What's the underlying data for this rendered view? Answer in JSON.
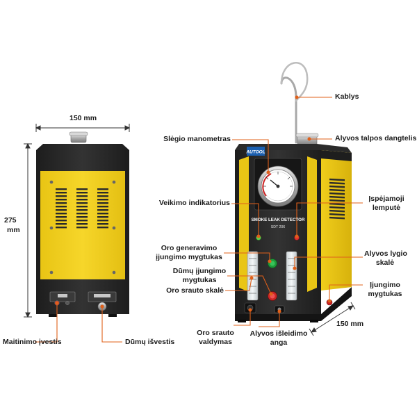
{
  "dimensions": {
    "width_left": "150 mm",
    "height_left_value": "275",
    "height_left_unit": "mm",
    "depth_right": "150 mm"
  },
  "labels": {
    "hook": "Kablys",
    "oil_cap": "Alyvos talpos dangtelis",
    "pressure_gauge": "Slėgio manometras",
    "work_indicator": "Veikimo indikatorius",
    "warning_lamp_1": "Įspėjamoji",
    "warning_lamp_2": "lemputė",
    "air_gen_1": "Oro generavimo",
    "air_gen_2": "įjungimo mygtukas",
    "smoke_btn_1": "Dūmų įjungimo",
    "smoke_btn_2": "mygtukas",
    "flow_scale": "Oro srauto skalė",
    "oil_level_1": "Alyvos lygio",
    "oil_level_2": "skalė",
    "power_btn_1": "Įjungimo",
    "power_btn_2": "mygtukas",
    "flow_ctrl_1": "Oro srauto",
    "flow_ctrl_2": "valdymas",
    "oil_drain_1": "Alyvos išleidimo",
    "oil_drain_2": "anga",
    "power_input": "Maitinimo įvestis",
    "smoke_output": "Dūmų išvestis"
  },
  "device_text": {
    "brand": "AUTOOL",
    "panel_title": "SMOKE LEAK DETECTOR",
    "model": "SDT 206"
  },
  "colors": {
    "housing_yellow": "#f2cf1a",
    "frame_black": "#222222",
    "callout_orange": "#e0601a",
    "dimension_line": "#333333"
  }
}
